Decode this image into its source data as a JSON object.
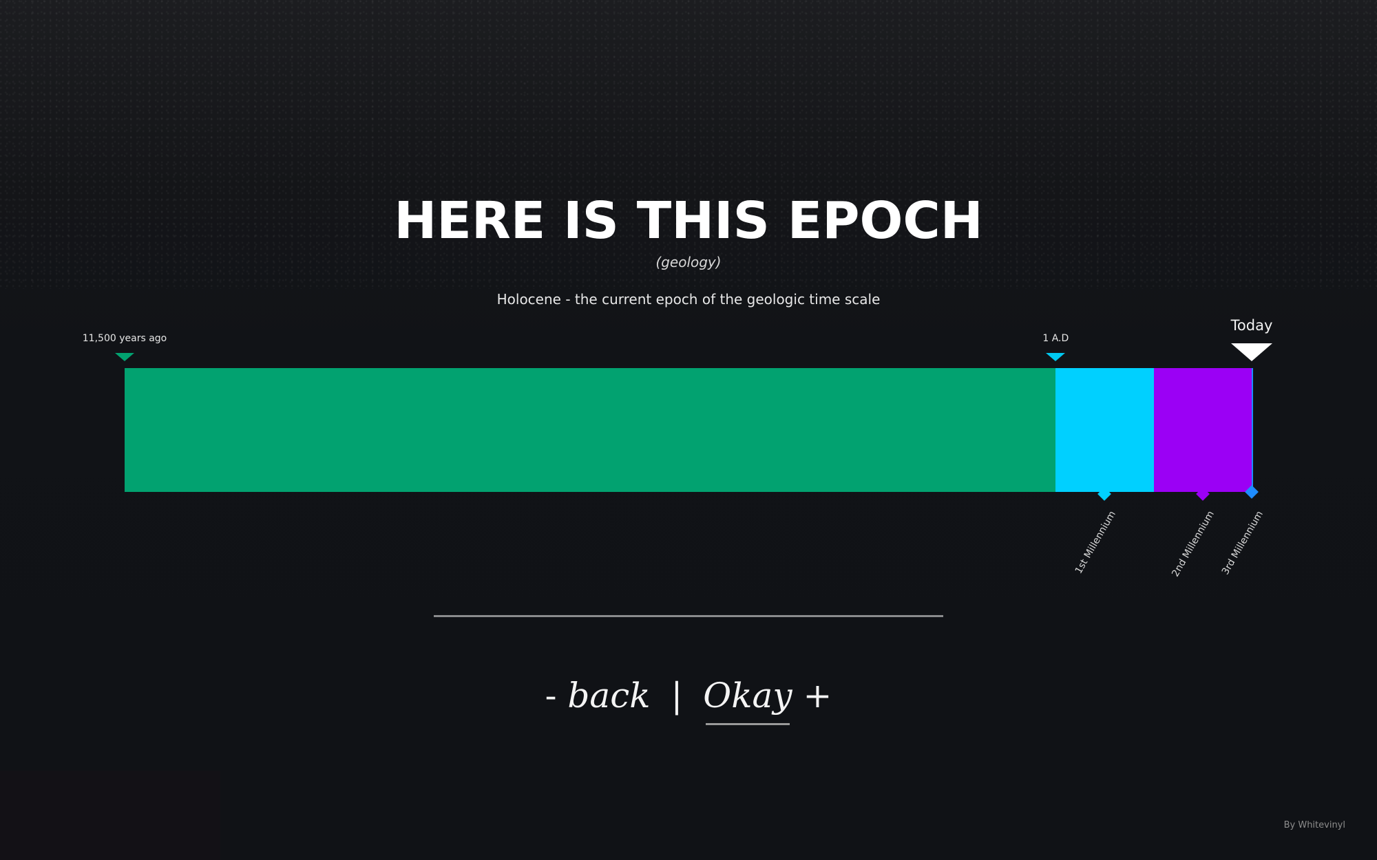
{
  "header": {
    "title": "HERE IS THIS EPOCH",
    "subtitle": "(geology)",
    "description": "Holocene - the current epoch of the geologic time scale"
  },
  "chart_data": {
    "type": "bar",
    "orientation": "horizontal-timeline",
    "unit": "years ago",
    "range": [
      11500,
      0
    ],
    "segments": [
      {
        "name": "",
        "start": 11500,
        "end": 2000,
        "color": "#02a270"
      },
      {
        "name": "1st Millennium",
        "start": 2000,
        "end": 1000,
        "color": "#00d0ff"
      },
      {
        "name": "2nd Millennium",
        "start": 1000,
        "end": 0,
        "color": "#9b00f5"
      },
      {
        "name": "3rd Millennium",
        "start": 0,
        "end": 0,
        "color": "#1e8cff"
      }
    ],
    "top_markers": [
      {
        "label": "11,500 years ago",
        "at": 11500,
        "color": "#02a270"
      },
      {
        "label": "1 A.D",
        "at": 2000,
        "color": "#00c8f0"
      }
    ],
    "today_label": "Today",
    "millennium_labels": [
      "1st Millennium",
      "2nd Millennium",
      "3rd Millennium"
    ]
  },
  "nav": {
    "back_symbol": "-",
    "back_label": "back",
    "separator": "|",
    "okay_label": "Okay",
    "forward_symbol": "+"
  },
  "footer": {
    "credit": "By Whitevinyl"
  }
}
